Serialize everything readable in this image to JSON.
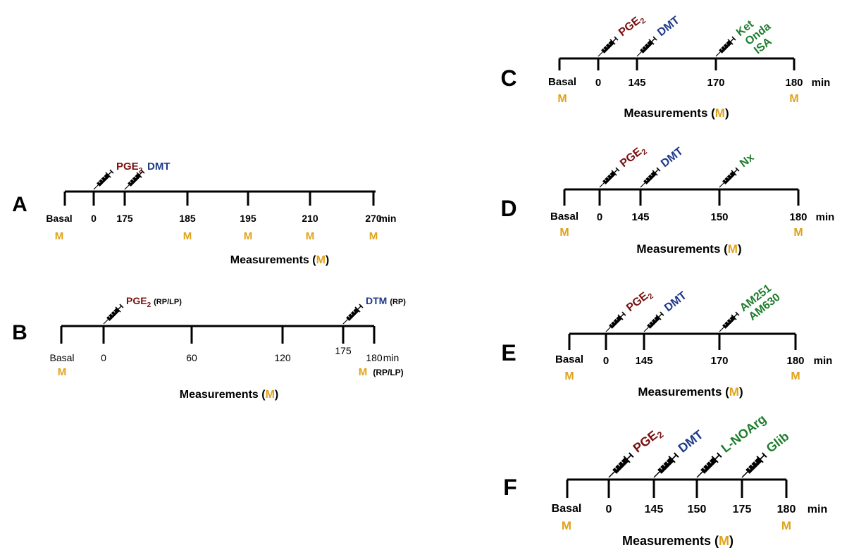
{
  "colors": {
    "black": "#000000",
    "maroon": "#7a1010",
    "navy": "#1f3a8a",
    "green": "#1e7d2c",
    "gold": "#e0a21a"
  },
  "common": {
    "basal": "Basal",
    "unit": "min",
    "m": "M",
    "measurements_prefix": "Measurements (",
    "measurements_suffix": ")",
    "syringe_icon": "syringe-icon"
  },
  "panels": [
    {
      "id": "A",
      "letter": "A",
      "timepoints": [
        "0",
        "175",
        "185",
        "195",
        "210",
        "270"
      ],
      "measured": [
        "185",
        "195",
        "210",
        "270"
      ],
      "injections": [
        {
          "at": "0",
          "labels": [
            "PGE"
          ],
          "sub": "2",
          "color": "maroon",
          "suffix": ""
        },
        {
          "at": "175",
          "labels": [
            "DMT"
          ],
          "sub": "",
          "color": "navy",
          "suffix": ""
        }
      ]
    },
    {
      "id": "B",
      "letter": "B",
      "timepoints": [
        "0",
        "60",
        "120",
        "175",
        "180"
      ],
      "measured": [
        "180"
      ],
      "measured_suffix": "(RP/LP)",
      "injections": [
        {
          "at": "0",
          "labels": [
            "PGE"
          ],
          "sub": "2",
          "color": "maroon",
          "suffix": "(RP/LP)"
        },
        {
          "at": "175",
          "labels": [
            "DTM"
          ],
          "sub": "",
          "color": "navy",
          "suffix": "(RP)"
        }
      ]
    },
    {
      "id": "C",
      "letter": "C",
      "timepoints": [
        "0",
        "145",
        "170",
        "180"
      ],
      "measured": [
        "180"
      ],
      "injections": [
        {
          "at": "0",
          "labels": [
            "PGE"
          ],
          "sub": "2",
          "color": "maroon",
          "suffix": ""
        },
        {
          "at": "145",
          "labels": [
            "DMT"
          ],
          "sub": "",
          "color": "navy",
          "suffix": ""
        },
        {
          "at": "170",
          "labels": [
            "Ket",
            "Onda",
            "ISA"
          ],
          "sub": "",
          "color": "green",
          "suffix": ""
        }
      ]
    },
    {
      "id": "D",
      "letter": "D",
      "timepoints": [
        "0",
        "145",
        "150",
        "180"
      ],
      "measured": [
        "180"
      ],
      "injections": [
        {
          "at": "0",
          "labels": [
            "PGE"
          ],
          "sub": "2",
          "color": "maroon",
          "suffix": ""
        },
        {
          "at": "145",
          "labels": [
            "DMT"
          ],
          "sub": "",
          "color": "navy",
          "suffix": ""
        },
        {
          "at": "150",
          "labels": [
            "Nx"
          ],
          "sub": "",
          "color": "green",
          "suffix": ""
        }
      ]
    },
    {
      "id": "E",
      "letter": "E",
      "timepoints": [
        "0",
        "145",
        "170",
        "180"
      ],
      "measured": [
        "180"
      ],
      "injections": [
        {
          "at": "0",
          "labels": [
            "PGE"
          ],
          "sub": "2",
          "color": "maroon",
          "suffix": ""
        },
        {
          "at": "145",
          "labels": [
            "DMT"
          ],
          "sub": "",
          "color": "navy",
          "suffix": ""
        },
        {
          "at": "170",
          "labels": [
            "AM251",
            "AM630"
          ],
          "sub": "",
          "color": "green",
          "suffix": ""
        }
      ]
    },
    {
      "id": "F",
      "letter": "F",
      "timepoints": [
        "0",
        "145",
        "150",
        "175",
        "180"
      ],
      "measured": [
        "180"
      ],
      "injections": [
        {
          "at": "0",
          "labels": [
            "PGE"
          ],
          "sub": "2",
          "color": "maroon",
          "suffix": ""
        },
        {
          "at": "145",
          "labels": [
            "DMT"
          ],
          "sub": "",
          "color": "navy",
          "suffix": ""
        },
        {
          "at": "150",
          "labels": [
            "L-NOArg"
          ],
          "sub": "",
          "color": "green",
          "suffix": ""
        },
        {
          "at": "175",
          "labels": [
            "Glib"
          ],
          "sub": "",
          "color": "green",
          "suffix": ""
        }
      ]
    }
  ]
}
